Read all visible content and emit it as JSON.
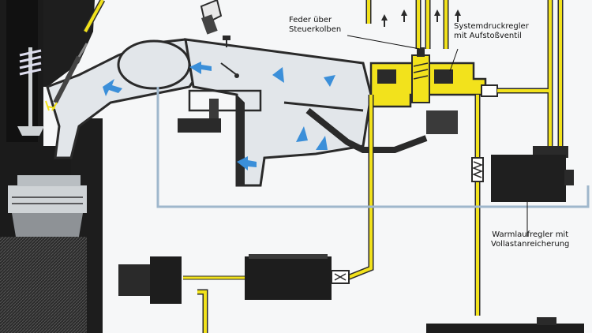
{
  "labels": {
    "spring_line1": "Feder über",
    "spring_line2": "Steuerkolben",
    "pressure_line1": "Systemdruckregler",
    "pressure_line2": "mit Aufstoßventil",
    "warmup_line1": "Warmlaufregler mit",
    "warmup_line2": "Vollastanreicherung"
  },
  "colors": {
    "fuel": "#f2e21c",
    "fuel_outline": "#2a2a2a",
    "air_body": "#e2e6ea",
    "air_flow_arrow": "#3b8fd9",
    "engine_dark": "#1b1b1b",
    "vacuum_line": "#9fb7cc",
    "background": "#f6f7f8"
  },
  "icons": {
    "flow_arrow": "blue-air-flow-arrow",
    "fuel_up_arrow": "up-arrow-icon",
    "spring": "coil-spring-icon",
    "valve": "valve-icon"
  }
}
